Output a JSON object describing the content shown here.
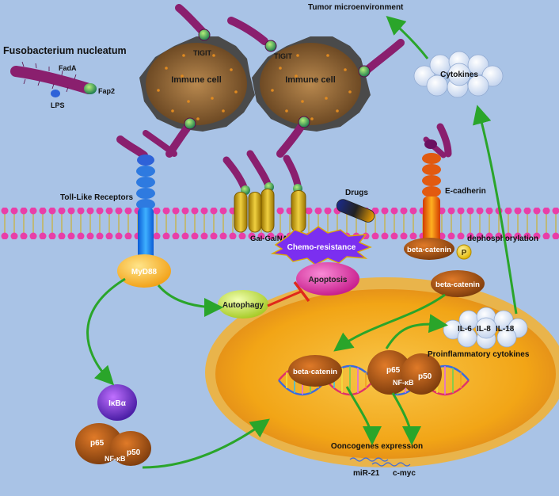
{
  "title": "Fusobacterium nucleatum",
  "bacterium_labels": {
    "fada": "FadA",
    "fap2": "Fap2",
    "lps": "LPS"
  },
  "immune": {
    "cell_label": "Immune cell",
    "receptor": "TIGIT"
  },
  "tumor_microenvironment": "Tumor microenvironment",
  "cytokines": "Cytokines",
  "receptors": {
    "tlr": "Toll-Like Receptors",
    "gal": "Gal-GalNAc",
    "ecad": "E-cadherin"
  },
  "drugs": "Drugs",
  "chemo_resistance": "Chemo-resistance",
  "apoptosis": "Apoptosis",
  "myd88": "MyD88",
  "autophagy": "Autophagy",
  "beta_catenin": "beta-catenin",
  "dephosphorylation": "dephosphorylation",
  "phospho": "P",
  "ikba": "IκBα",
  "nfkb": {
    "p65": "p65",
    "p50": "p50",
    "name": "NF-κB"
  },
  "il": {
    "il6": "IL-6",
    "il8": "IL-8",
    "il18": "IL-18"
  },
  "proinflammatory": "Proinflammatory cytokines",
  "oncogenes": "Ooncogenes expression",
  "mir21": "miR-21",
  "cmyc": "c-myc",
  "colors": {
    "background": "#a9c3e6",
    "arrow": "#2aa52a",
    "nucleus": "#f3a91c",
    "bacterium": "#8a1f6e"
  }
}
